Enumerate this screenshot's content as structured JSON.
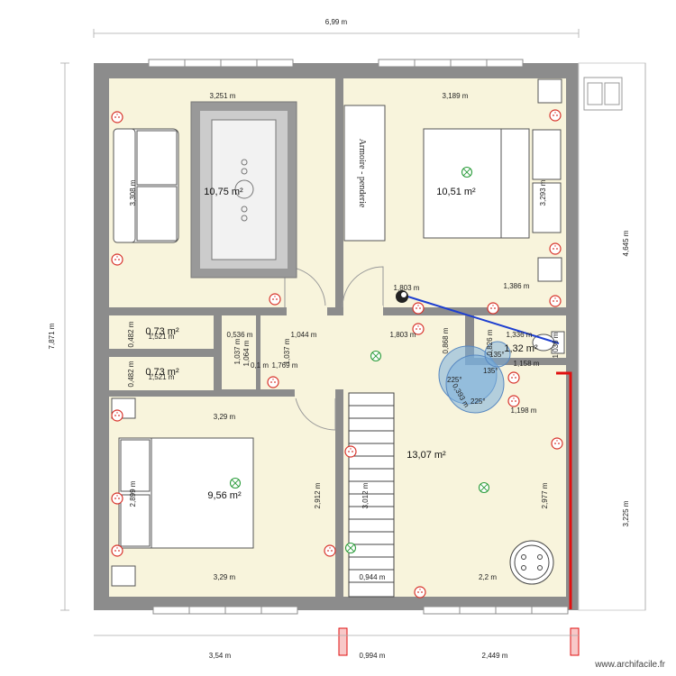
{
  "dimensions": {
    "overall_width": "6,99 m",
    "overall_height": "7,871 m",
    "bottom_left": "3,54 m",
    "bottom_mid": "0,994 m",
    "bottom_right": "2,449 m",
    "right_upper": "4,645 m",
    "right_lower": "3,225 m",
    "living_width": "3,251 m",
    "living_height": "3,308 m",
    "bed1_width": "3,189 m",
    "bed1_height": "3,293 m",
    "hall_a": "1,803 m",
    "hall_b": "1,803 m",
    "hall_c": "1,386 m",
    "hall_d": "1,044 m",
    "hall_e": "0,868 m",
    "wc1_width": "1,521 m",
    "wc1_height": "0,482 m",
    "wc2_width": "1,521 m",
    "wc2_height": "0,482 m",
    "closet_a": "0,536 m",
    "closet_b": "1,037 m",
    "closet_c": "1,064 m",
    "closet_d": "1,037 m",
    "closet_e": "0,1 m",
    "closet_f": "1,769 m",
    "bath_width": "1,336 m",
    "bath_b": "1,158 m",
    "bath_c": "0,826 m",
    "bath_d": "1,036 m",
    "bath_e": "1,198 m",
    "bath_f": "0,393 m",
    "bed2_top": "3,29 m",
    "bed2_bottom": "3,29 m",
    "bed2_height": "2,899 m",
    "bed2_right": "2,912 m",
    "stair_height": "3,012 m",
    "stair_width": "0,944 m",
    "hall_lower_width": "2,2 m",
    "hall_lower_height": "2,977 m"
  },
  "areas": {
    "living": "10,75 m²",
    "bedroom1": "10,51 m²",
    "wc1": "0,73 m²",
    "wc2": "0,73 m²",
    "bathroom": "1,32 m²",
    "bedroom2": "9,56 m²",
    "hall": "13,07 m²"
  },
  "angles": {
    "a1": "135°",
    "a2": "135°",
    "a3": "225°",
    "a4": "225°"
  },
  "furniture": {
    "wardrobe_label": "Armoire - penderie"
  },
  "watermark": "www.archifacile.fr",
  "colors": {
    "wall": "#8c8c8c",
    "floor": "#f8f4dc",
    "socket": "#d8342c",
    "light": "#2e9e3e",
    "network_line": "#1e3fd0",
    "radiator": "#e01010",
    "angle_fill": "#7aaedc"
  }
}
